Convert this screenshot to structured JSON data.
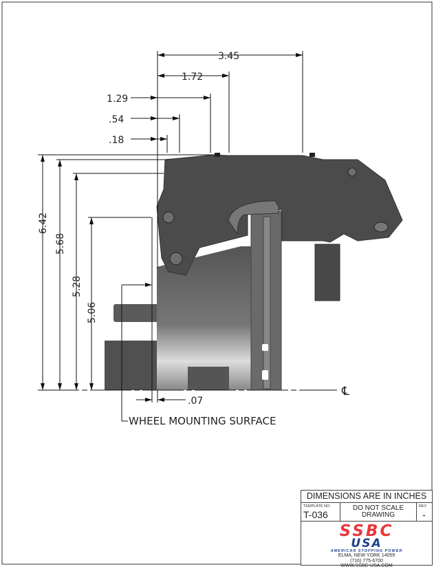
{
  "dimensions": {
    "top": [
      ".18",
      ".54",
      "1.29",
      "1.72",
      "3.45"
    ],
    "left": [
      "6.42",
      "5.68",
      "5.28",
      "5.06"
    ],
    "offset": ".07",
    "centerline_symbol": "℄",
    "wheel_mounting_label": "WHEEL MOUNTING SURFACE"
  },
  "title_block": {
    "units_note": "DIMENSIONS ARE IN INCHES",
    "template_label": "TEMPLATE NO.",
    "template_no": "T-036",
    "scale_note_line1": "DO NOT SCALE",
    "scale_note_line2": "DRAWING",
    "rev_label": "REV",
    "rev": "-",
    "logo_top": "SSBC",
    "logo_bottom": "USA",
    "tagline": "AMERICAN STOPPING POWER",
    "address": "ELMA, NEW YORK  14059",
    "phone": "(716) 775-6700",
    "website": "WWW.SSBC-USA.COM"
  },
  "colors": {
    "part_dark": "#4a4a4a",
    "logo_red": "#e8383d",
    "logo_blue": "#1f3e8c"
  }
}
